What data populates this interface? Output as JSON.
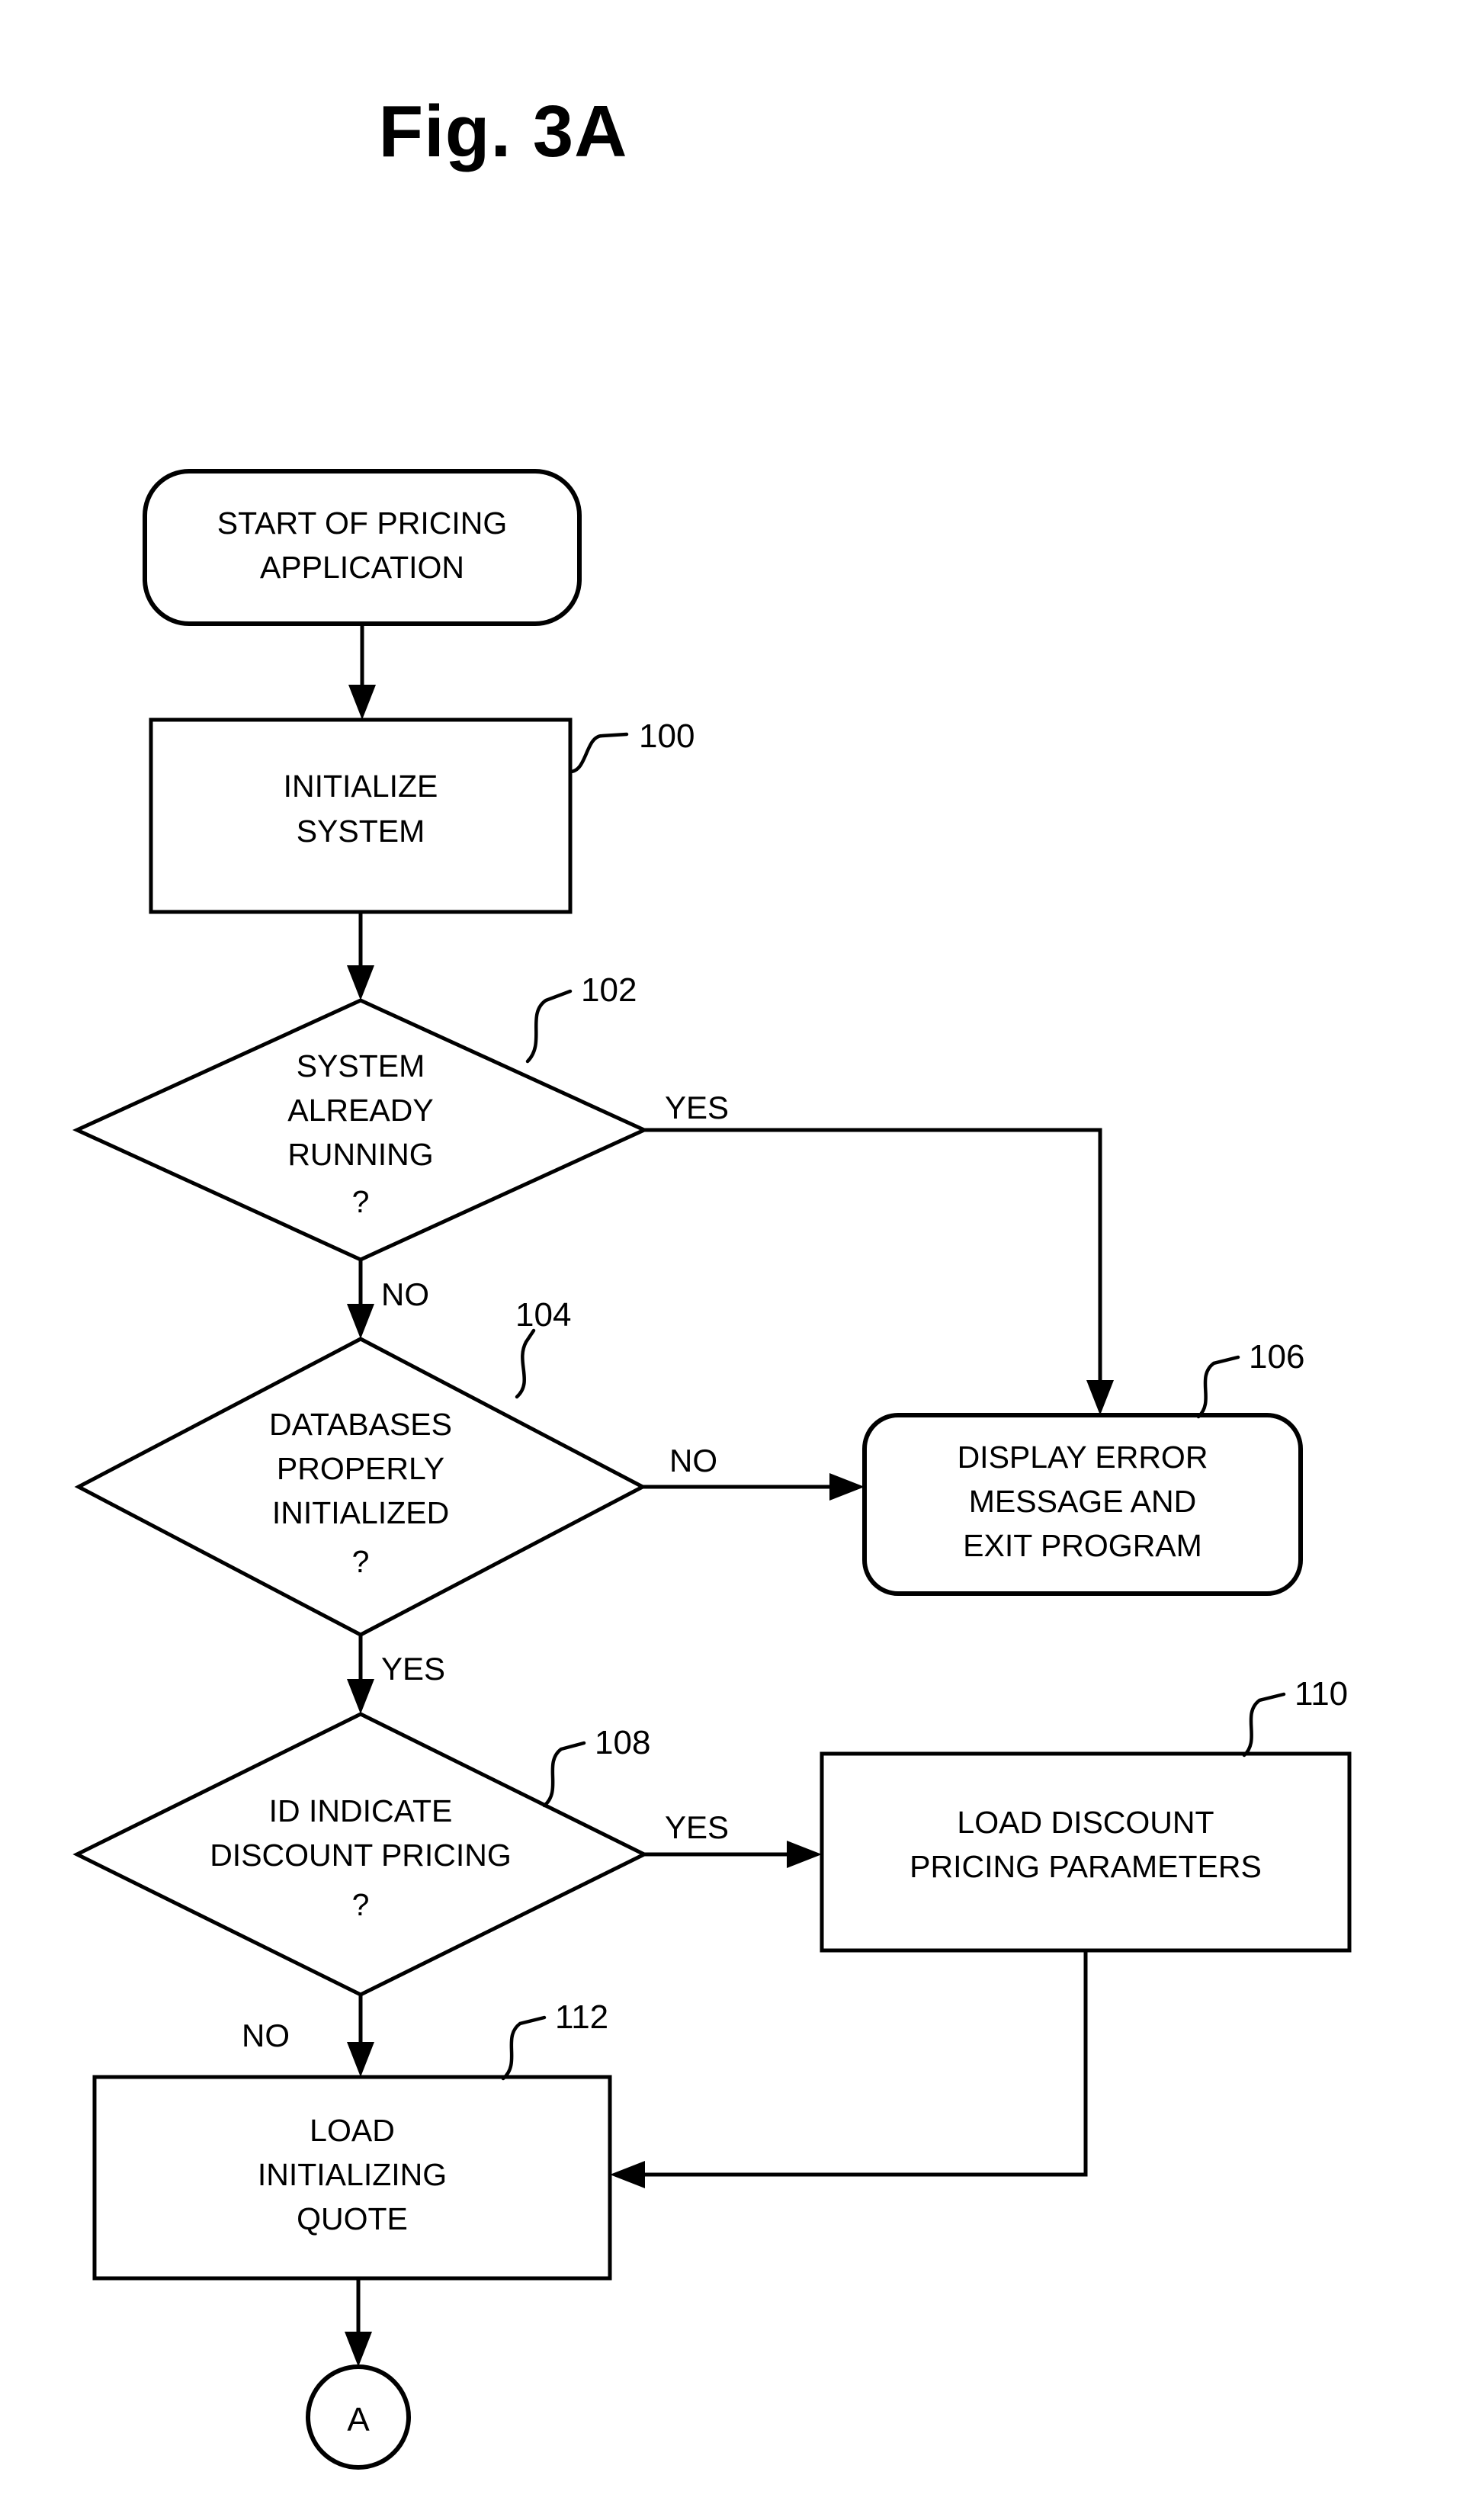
{
  "figure": {
    "title": "Fig. 3A"
  },
  "nodes": {
    "start": {
      "ref": "",
      "lines": [
        "START OF PRICING",
        "APPLICATION"
      ]
    },
    "initialize_system": {
      "ref": "100",
      "lines": [
        "INITIALIZE",
        "SYSTEM"
      ]
    },
    "system_already_running": {
      "ref": "102",
      "lines": [
        "SYSTEM",
        "ALREADY",
        "RUNNING",
        "?"
      ]
    },
    "databases_initialized": {
      "ref": "104",
      "lines": [
        "DATABASES",
        "PROPERLY",
        "INITIALIZED",
        "?"
      ]
    },
    "display_error": {
      "ref": "106",
      "lines": [
        "DISPLAY ERROR",
        "MESSAGE AND",
        "EXIT PROGRAM"
      ]
    },
    "id_indicate_discount": {
      "ref": "108",
      "lines": [
        "ID INDICATE",
        "DISCOUNT PRICING",
        "?"
      ]
    },
    "load_discount_params": {
      "ref": "110",
      "lines": [
        "LOAD DISCOUNT",
        "PRICING PARAMETERS"
      ]
    },
    "load_initializing_quote": {
      "ref": "112",
      "lines": [
        "LOAD",
        "INITIALIZING",
        "QUOTE"
      ]
    },
    "connector_a": {
      "ref": "",
      "label": "A"
    }
  },
  "branch_labels": {
    "running_yes": "YES",
    "running_no": "NO",
    "databases_no": "NO",
    "databases_yes": "YES",
    "discount_yes": "YES",
    "discount_no": "NO"
  },
  "colors": {
    "ink": "#000000",
    "paper": "#ffffff"
  }
}
